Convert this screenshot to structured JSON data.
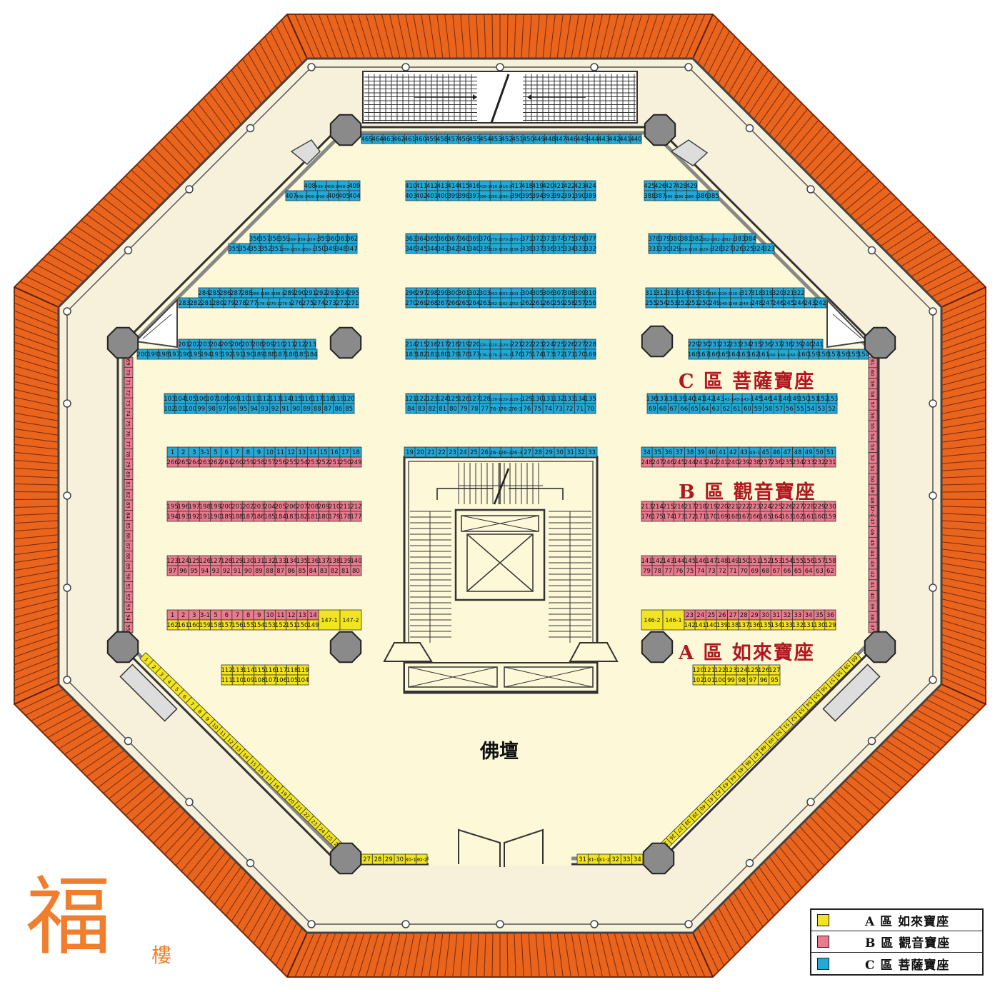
{
  "map": {
    "altar_label": "佛壇",
    "floor_name_big": "福",
    "floor_name_small": "樓"
  },
  "zones": {
    "a": {
      "label": "A 區  如來寶座",
      "color": "#f2e51f"
    },
    "b": {
      "label": "B 區  觀音寶座",
      "color": "#ea7b8e"
    },
    "c": {
      "label": "C 區  菩薩寶座",
      "color": "#23a9d8"
    }
  },
  "legend": [
    {
      "label": "A 區  如來寶座",
      "color": "#f2e51f"
    },
    {
      "label": "B 區  觀音寶座",
      "color": "#ea7b8e"
    },
    {
      "label": "C 區  菩薩寶座",
      "color": "#23a9d8"
    }
  ],
  "seat_blocks": [
    {
      "zone": "c",
      "rows": [
        [
          "465",
          "464",
          "463",
          "462",
          "461",
          "460",
          "459",
          "458",
          "457",
          "456",
          "455",
          "454",
          "453",
          "452",
          "451",
          "450",
          "449",
          "448",
          "447",
          "446",
          "445",
          "444",
          "443",
          "442",
          "441",
          "440"
        ]
      ]
    },
    {
      "zone": "c",
      "rows": [
        [
          "408",
          "408-1",
          "408-2",
          "408-3",
          "409"
        ],
        [
          "407",
          "406-1",
          "406-2",
          "406-3",
          "406",
          "405",
          "404"
        ]
      ]
    },
    {
      "zone": "c",
      "rows": [
        [
          "410",
          "411",
          "412",
          "413",
          "414",
          "415",
          "416",
          "416-1",
          "416-2",
          "416-3",
          "417",
          "418",
          "419",
          "420",
          "421",
          "422",
          "423",
          "424"
        ],
        [
          "403",
          "402",
          "401",
          "400",
          "399",
          "398",
          "397",
          "396-1",
          "396-2",
          "396-3",
          "396",
          "395",
          "394",
          "393",
          "392",
          "391",
          "390",
          "389"
        ]
      ]
    },
    {
      "zone": "c",
      "rows": [
        [
          "425",
          "426",
          "427",
          "428",
          "429"
        ],
        [
          "388",
          "387",
          "386-1",
          "386-2",
          "386-3",
          "386",
          "385"
        ]
      ]
    },
    {
      "zone": "c",
      "rows": [
        [
          "356",
          "357",
          "358",
          "359",
          "359-1",
          "359-2",
          "359-3",
          "359",
          "360",
          "361",
          "362"
        ],
        [
          "355",
          "354",
          "353",
          "352",
          "351",
          "350-1",
          "350-2",
          "350-3",
          "350",
          "349",
          "348",
          "347"
        ]
      ]
    },
    {
      "zone": "c",
      "rows": [
        [
          "363",
          "364",
          "365",
          "366",
          "367",
          "368",
          "369",
          "370",
          "370-1",
          "370-2",
          "370-3",
          "371",
          "372",
          "373",
          "374",
          "375",
          "376",
          "377"
        ],
        [
          "346",
          "345",
          "344",
          "343",
          "342",
          "341",
          "340",
          "339",
          "338-1",
          "338-2",
          "338-3",
          "338",
          "337",
          "336",
          "335",
          "334",
          "333",
          "332"
        ]
      ]
    },
    {
      "zone": "c",
      "rows": [
        [
          "378",
          "379",
          "380",
          "381",
          "382",
          "382-1",
          "382-2",
          "382-3",
          "383",
          "384"
        ],
        [
          "331",
          "330",
          "329",
          "328-1",
          "328-2",
          "328-3",
          "328",
          "327",
          "326",
          "325",
          "324",
          "323"
        ]
      ]
    },
    {
      "zone": "c",
      "rows": [
        [
          "284",
          "285",
          "286",
          "287",
          "288",
          "288-1",
          "288-2",
          "288-3",
          "289",
          "290",
          "291",
          "292",
          "293",
          "294",
          "295"
        ],
        [
          "283",
          "282",
          "281",
          "280",
          "279",
          "278",
          "277",
          "276-1",
          "276-2",
          "276-3",
          "276",
          "275",
          "274",
          "273",
          "272",
          "271"
        ]
      ]
    },
    {
      "zone": "c",
      "rows": [
        [
          "296",
          "297",
          "298",
          "299",
          "300",
          "301",
          "302",
          "303",
          "303-1",
          "303-2",
          "303-3",
          "304",
          "305",
          "306",
          "307",
          "308",
          "309",
          "310"
        ],
        [
          "270",
          "269",
          "268",
          "267",
          "266",
          "265",
          "264",
          "263",
          "262-1",
          "262-2",
          "262-3",
          "262",
          "261",
          "260",
          "259",
          "258",
          "257",
          "256"
        ]
      ]
    },
    {
      "zone": "c",
      "rows": [
        [
          "311",
          "312",
          "313",
          "314",
          "315",
          "316",
          "316-1",
          "316-2",
          "316-3",
          "317",
          "318",
          "319",
          "320",
          "321",
          "322"
        ],
        [
          "255",
          "254",
          "253",
          "252",
          "251",
          "250",
          "249",
          "248-1",
          "248-2",
          "248-3",
          "248",
          "247",
          "246",
          "245",
          "244",
          "243",
          "242"
        ]
      ]
    },
    {
      "zone": "c",
      "rows": [
        [
          "201",
          "202",
          "203",
          "204",
          "205",
          "206",
          "207",
          "208",
          "209",
          "210",
          "211",
          "212",
          "213"
        ],
        [
          "200",
          "199",
          "198",
          "197",
          "196",
          "195",
          "194",
          "193",
          "192",
          "191",
          "190",
          "189",
          "188",
          "187",
          "186",
          "185",
          "184"
        ]
      ]
    },
    {
      "zone": "c",
      "rows": [
        [
          "214",
          "215",
          "216",
          "217",
          "218",
          "219",
          "220",
          "220-1",
          "220-2",
          "220-3",
          "221",
          "222",
          "223",
          "224",
          "225",
          "226",
          "227",
          "228"
        ],
        [
          "183",
          "182",
          "181",
          "180",
          "179",
          "178",
          "177",
          "176-1",
          "176-2",
          "176-3",
          "176",
          "175",
          "174",
          "173",
          "172",
          "171",
          "170",
          "169"
        ]
      ]
    },
    {
      "zone": "c",
      "rows": [
        [
          "229",
          "230",
          "231",
          "232",
          "233",
          "234",
          "235",
          "236",
          "237",
          "238",
          "239",
          "240",
          "241"
        ],
        [
          "168",
          "167",
          "166",
          "165",
          "164",
          "163",
          "162",
          "161",
          "160-1",
          "160-2",
          "160-3",
          "160",
          "159",
          "158",
          "157",
          "156",
          "155",
          "154"
        ]
      ]
    },
    {
      "zone": "c",
      "rows": [
        [
          "103",
          "104",
          "105",
          "106",
          "107",
          "108",
          "109",
          "110",
          "111",
          "112",
          "113",
          "114",
          "115",
          "116",
          "117",
          "118",
          "119",
          "120"
        ],
        [
          "102",
          "101",
          "100",
          "99",
          "98",
          "97",
          "96",
          "95",
          "94",
          "93",
          "92",
          "91",
          "90",
          "89",
          "88",
          "87",
          "86",
          "85"
        ]
      ]
    },
    {
      "zone": "c",
      "rows": [
        [
          "121",
          "122",
          "123",
          "124",
          "125",
          "126",
          "127",
          "128",
          "128-1",
          "128-2",
          "128-3",
          "129",
          "130",
          "131",
          "132",
          "133",
          "134",
          "135"
        ],
        [
          "84",
          "83",
          "82",
          "81",
          "80",
          "79",
          "78",
          "77",
          "76-1",
          "76-2",
          "76-3",
          "76",
          "75",
          "74",
          "73",
          "72",
          "71",
          "70"
        ]
      ]
    },
    {
      "zone": "c",
      "rows": [
        [
          "136",
          "137",
          "138",
          "139",
          "140",
          "141",
          "142",
          "143",
          "143-1",
          "143-2",
          "143-3",
          "145",
          "146",
          "147",
          "148",
          "149",
          "150",
          "151",
          "152",
          "153"
        ],
        [
          "69",
          "68",
          "67",
          "66",
          "65",
          "64",
          "63",
          "62",
          "61",
          "60",
          "59",
          "58",
          "57",
          "56",
          "55",
          "54",
          "53",
          "52"
        ]
      ]
    },
    {
      "zone": "c",
      "rows": [
        [
          "1",
          "2",
          "3",
          "3-1",
          "5",
          "6",
          "7",
          "8",
          "9",
          "10",
          "11",
          "12",
          "13",
          "14",
          "15",
          "16",
          "17",
          "18"
        ]
      ]
    },
    {
      "zone": "b",
      "rows": [
        [
          "266",
          "265",
          "264",
          "263",
          "262",
          "261",
          "260",
          "259",
          "258",
          "257",
          "256",
          "255",
          "254",
          "253",
          "252",
          "251",
          "250",
          "249"
        ]
      ]
    },
    {
      "zone": "c",
      "rows": [
        [
          "19",
          "20",
          "21",
          "22",
          "23",
          "24",
          "25",
          "26",
          "26-1",
          "26-2",
          "26-3",
          "27",
          "28",
          "29",
          "30",
          "31",
          "32",
          "33"
        ]
      ]
    },
    {
      "zone": "c",
      "rows": [
        [
          "34",
          "35",
          "36",
          "37",
          "38",
          "39",
          "40",
          "41",
          "42",
          "43",
          "43-1",
          "45",
          "46",
          "47",
          "48",
          "49",
          "50",
          "51"
        ]
      ]
    },
    {
      "zone": "b",
      "rows": [
        [
          "248",
          "247",
          "246",
          "245",
          "244",
          "243",
          "242",
          "241",
          "240",
          "239",
          "238",
          "237",
          "236",
          "235",
          "234",
          "233",
          "232",
          "231"
        ]
      ]
    },
    {
      "zone": "b",
      "rows": [
        [
          "195",
          "196",
          "197",
          "198",
          "199",
          "200",
          "201",
          "202",
          "203",
          "204",
          "205",
          "206",
          "207",
          "208",
          "209",
          "210",
          "211",
          "212"
        ],
        [
          "194",
          "193",
          "192",
          "191",
          "190",
          "189",
          "188",
          "187",
          "186",
          "185",
          "184",
          "183",
          "182",
          "181",
          "180",
          "179",
          "178",
          "177"
        ]
      ]
    },
    {
      "zone": "b",
      "rows": [
        [
          "213",
          "214",
          "215",
          "216",
          "217",
          "218",
          "219",
          "220",
          "221",
          "222",
          "223",
          "224",
          "225",
          "226",
          "227",
          "228",
          "229",
          "230"
        ],
        [
          "176",
          "175",
          "174",
          "173",
          "172",
          "171",
          "170",
          "169",
          "168",
          "167",
          "166",
          "165",
          "164",
          "163",
          "162",
          "161",
          "160",
          "159"
        ]
      ]
    },
    {
      "zone": "b",
      "rows": [
        [
          "123",
          "124",
          "125",
          "126",
          "127",
          "128",
          "129",
          "130",
          "131",
          "132",
          "133",
          "134",
          "135",
          "136",
          "137",
          "138",
          "139",
          "140"
        ],
        [
          "97",
          "96",
          "95",
          "94",
          "93",
          "92",
          "91",
          "90",
          "89",
          "88",
          "87",
          "86",
          "85",
          "84",
          "83",
          "82",
          "81",
          "80"
        ]
      ]
    },
    {
      "zone": "b",
      "rows": [
        [
          "141",
          "142",
          "143",
          "144",
          "145",
          "146",
          "147",
          "148",
          "149",
          "150",
          "151",
          "152",
          "153",
          "154",
          "155",
          "156",
          "157",
          "158"
        ],
        [
          "79",
          "78",
          "77",
          "76",
          "75",
          "74",
          "73",
          "72",
          "71",
          "70",
          "69",
          "68",
          "67",
          "66",
          "65",
          "64",
          "63",
          "62"
        ]
      ]
    },
    {
      "zone": "b",
      "rows": [
        [
          "1",
          "2",
          "3",
          "3-1",
          "5",
          "6",
          "7",
          "8",
          "9",
          "10",
          "11",
          "12",
          "13",
          "14"
        ]
      ]
    },
    {
      "zone": "a",
      "rows": [
        [
          "162",
          "161",
          "160",
          "159",
          "158",
          "157",
          "156",
          "155",
          "154",
          "153",
          "152",
          "151",
          "150",
          "149"
        ]
      ]
    },
    {
      "zone": "a",
      "rows": [
        [
          "147-1",
          "147-2"
        ]
      ]
    },
    {
      "zone": "a",
      "rows": [
        [
          "146-2",
          "146-1"
        ]
      ]
    },
    {
      "zone": "b",
      "rows": [
        [
          "23",
          "24",
          "25",
          "26",
          "27",
          "28",
          "29",
          "30",
          "31",
          "32",
          "33",
          "34",
          "35",
          "36"
        ]
      ]
    },
    {
      "zone": "a",
      "rows": [
        [
          "142",
          "141",
          "140",
          "139",
          "138",
          "137",
          "136",
          "135",
          "134",
          "133",
          "132",
          "131",
          "130",
          "129"
        ]
      ]
    },
    {
      "zone": "a",
      "rows": [
        [
          "112",
          "113",
          "114",
          "115",
          "116",
          "117",
          "118",
          "119"
        ],
        [
          "111",
          "110",
          "109",
          "108",
          "107",
          "106",
          "105",
          "104"
        ]
      ]
    },
    {
      "zone": "a",
      "rows": [
        [
          "120",
          "121",
          "122",
          "123",
          "124",
          "125",
          "126",
          "127"
        ],
        [
          "102",
          "101",
          "100",
          "99",
          "98",
          "97",
          "96",
          "95"
        ]
      ]
    },
    {
      "zone": "a",
      "rows": [
        [
          "27",
          "28",
          "29",
          "30",
          "30-1",
          "30-2"
        ]
      ]
    },
    {
      "zone": "a",
      "rows": [
        [
          "31",
          "31-1",
          "31-2",
          "32",
          "33",
          "34"
        ]
      ]
    },
    {
      "zone": "b",
      "rows": [
        [
          "69",
          "70",
          "71",
          "72",
          "73",
          "74",
          "75",
          "76",
          "77",
          "78",
          "79",
          "80",
          "81",
          "82",
          "83",
          "84",
          "85",
          "86",
          "87",
          "88",
          "89",
          "90",
          "91",
          "92",
          "93",
          "94",
          "95"
        ]
      ]
    },
    {
      "zone": "b",
      "rows": [
        [
          "61",
          "60",
          "59",
          "58",
          "57",
          "56",
          "55",
          "54",
          "53",
          "52",
          "51",
          "50",
          "49",
          "48",
          "47-1",
          "47",
          "46",
          "45",
          "44",
          "43",
          "42",
          "41",
          "40",
          "39",
          "38",
          "37"
        ]
      ]
    },
    {
      "zone": "a",
      "rows": [
        [
          "1",
          "2",
          "3",
          "4",
          "5",
          "6",
          "7",
          "8",
          "9",
          "10",
          "11",
          "12",
          "13",
          "14",
          "15",
          "16",
          "17",
          "18",
          "19",
          "20",
          "21",
          "22",
          "23",
          "24",
          "25",
          "26"
        ]
      ]
    },
    {
      "zone": "a",
      "rows": [
        [
          "60",
          "59",
          "58",
          "57",
          "56",
          "55",
          "54",
          "53",
          "52",
          "51",
          "50",
          "49",
          "48",
          "47",
          "46",
          "45",
          "44",
          "43",
          "42",
          "41",
          "40",
          "39",
          "38",
          "37",
          "36",
          "35"
        ]
      ]
    }
  ]
}
